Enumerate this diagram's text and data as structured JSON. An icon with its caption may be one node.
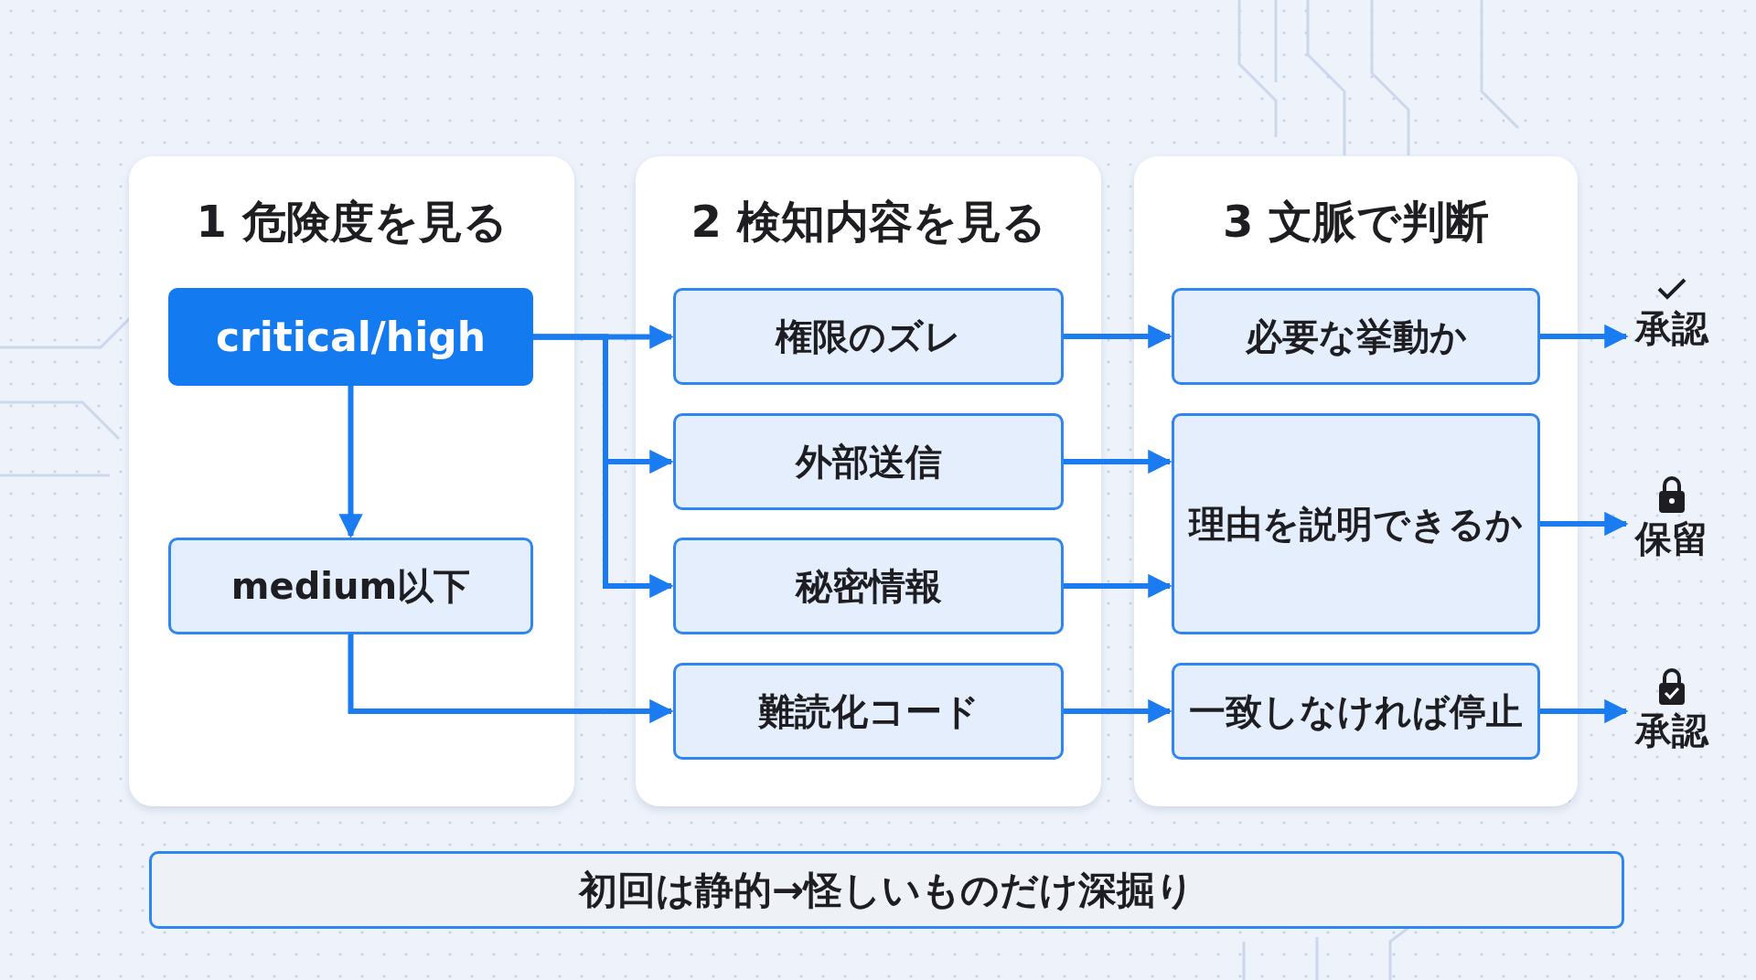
{
  "diagram": {
    "nodes": [
      {
        "text": [
          "1 危険度を見る"
        ]
      },
      {
        "text": [
          "critical/high"
        ],
        "in": 0
      },
      {
        "text": [
          "medium以下"
        ],
        "in": 0
      },
      {
        "text": [
          "2 検知内容を見る"
        ]
      },
      {
        "text": [
          "権限のズレ"
        ],
        "in": 3
      },
      {
        "text": [
          "外部送信"
        ],
        "in": 3
      },
      {
        "text": [
          "秘密情報"
        ],
        "in": 3
      },
      {
        "text": [
          "難読化コード"
        ],
        "in": 3
      },
      {
        "text": [
          "3 文脈で判断"
        ]
      },
      {
        "text": [
          "必要な挙動か"
        ],
        "in": 8
      },
      {
        "text": [
          "理由を説明できるか"
        ],
        "in": 8
      },
      {
        "text": [
          "一致しなければ停止"
        ],
        "in": 8
      },
      {
        "text": [
          "承認"
        ]
      },
      {
        "text": [
          "保留"
        ]
      },
      {
        "text": [
          "承認"
        ]
      },
      {
        "text": [
          "初回は静的→怪しいものだけ深掘り"
        ]
      }
    ],
    "edges": [
      {
        "from": 1,
        "to": 2,
        "arrow": "to"
      },
      {
        "from": 1,
        "to": 4,
        "arrow": "to"
      },
      {
        "from": 1,
        "to": 5,
        "arrow": "to"
      },
      {
        "from": 1,
        "to": 6,
        "arrow": "to"
      },
      {
        "from": 2,
        "to": 7,
        "arrow": "to"
      },
      {
        "from": 4,
        "to": 9,
        "arrow": "to"
      },
      {
        "from": 5,
        "to": 10,
        "arrow": "to"
      },
      {
        "from": 6,
        "to": 10,
        "arrow": "to"
      },
      {
        "from": 7,
        "to": 11,
        "arrow": "to"
      },
      {
        "from": 9,
        "to": 12,
        "arrow": "to"
      },
      {
        "from": 10,
        "to": 13,
        "arrow": "to"
      },
      {
        "from": 11,
        "to": 14,
        "arrow": "to"
      }
    ]
  }
}
